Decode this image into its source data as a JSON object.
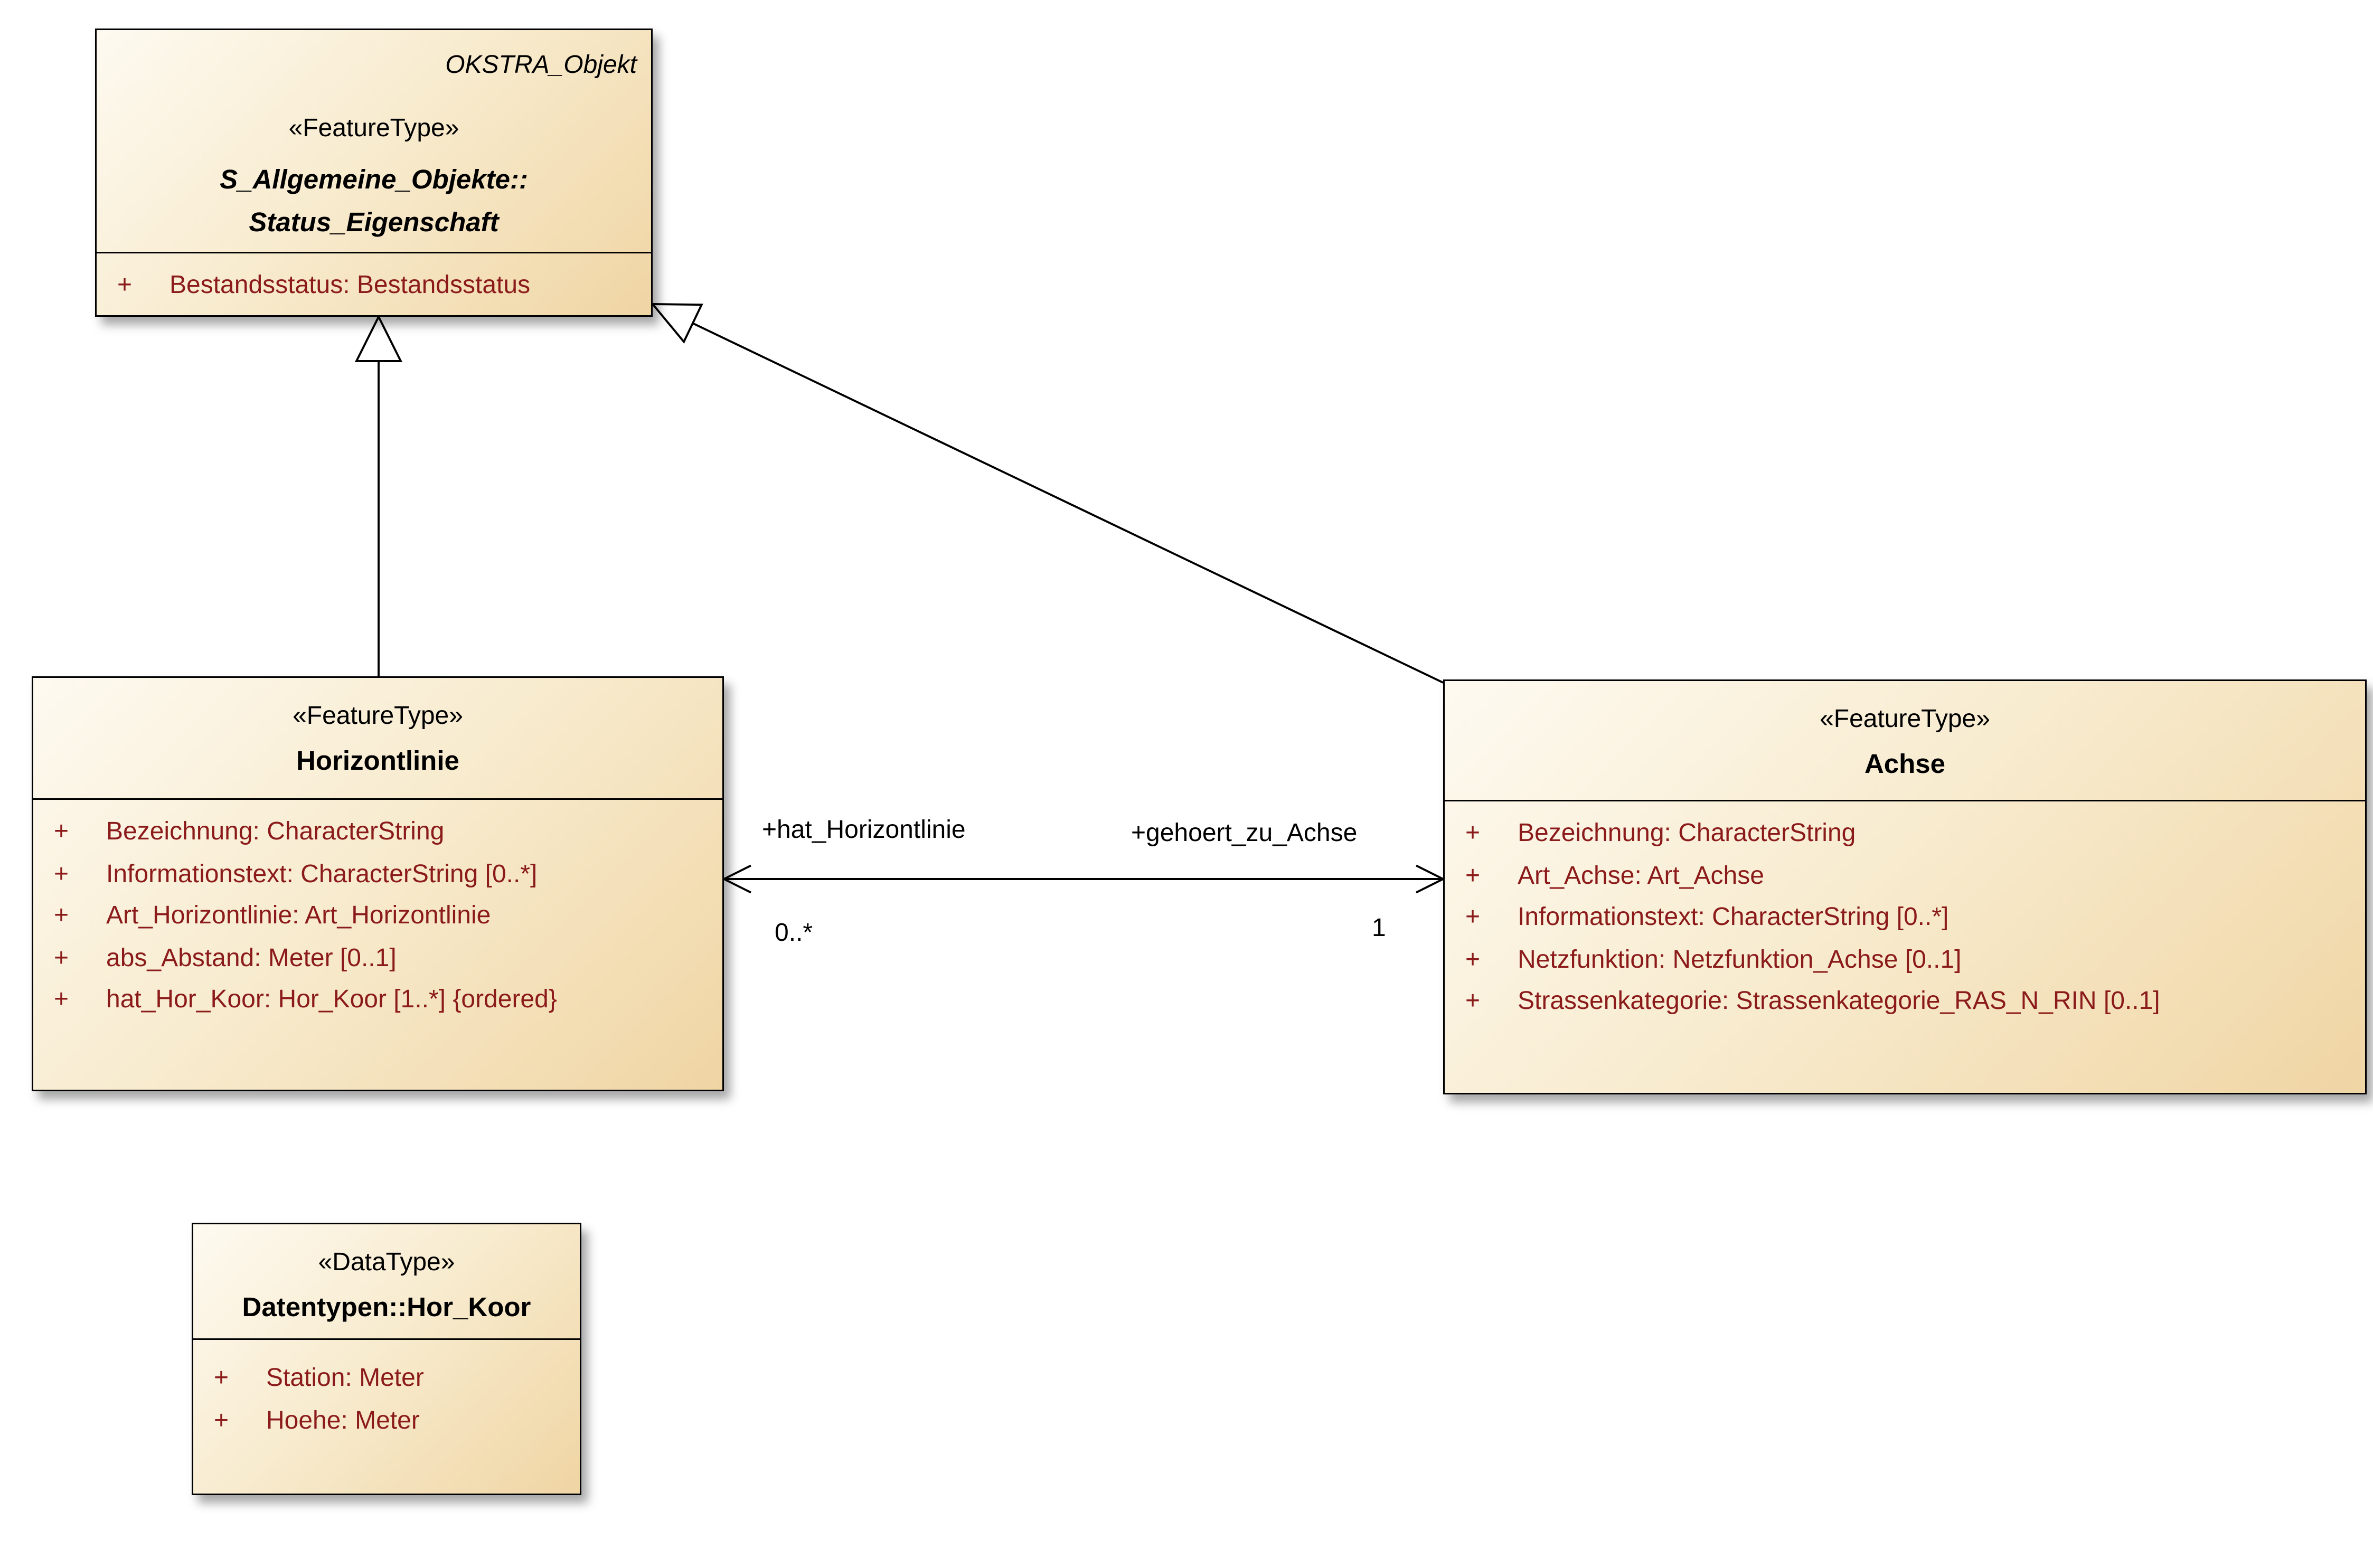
{
  "classes": {
    "status": {
      "annotation": "OKSTRA_Objekt",
      "stereotype": "«FeatureType»",
      "name1": "S_Allgemeine_Objekte::",
      "name2": "Status_Eigenschaft",
      "attributes": [
        {
          "v": "+",
          "t": "Bestandsstatus: Bestandsstatus"
        }
      ]
    },
    "horizontlinie": {
      "stereotype": "«FeatureType»",
      "name": "Horizontlinie",
      "attributes": [
        {
          "v": "+",
          "t": "Bezeichnung: CharacterString"
        },
        {
          "v": "+",
          "t": "Informationstext: CharacterString [0..*]"
        },
        {
          "v": "+",
          "t": "Art_Horizontlinie: Art_Horizontlinie"
        },
        {
          "v": "+",
          "t": "abs_Abstand: Meter [0..1]"
        },
        {
          "v": "+",
          "t": "hat_Hor_Koor: Hor_Koor [1..*] {ordered}"
        }
      ]
    },
    "achse": {
      "stereotype": "«FeatureType»",
      "name": "Achse",
      "attributes": [
        {
          "v": "+",
          "t": "Bezeichnung: CharacterString"
        },
        {
          "v": "+",
          "t": "Art_Achse: Art_Achse"
        },
        {
          "v": "+",
          "t": "Informationstext: CharacterString [0..*]"
        },
        {
          "v": "+",
          "t": "Netzfunktion: Netzfunktion_Achse [0..1]"
        },
        {
          "v": "+",
          "t": "Strassenkategorie: Strassenkategorie_RAS_N_RIN [0..1]"
        }
      ]
    },
    "hor_koor": {
      "stereotype": "«DataType»",
      "name": "Datentypen::Hor_Koor",
      "attributes": [
        {
          "v": "+",
          "t": "Station: Meter"
        },
        {
          "v": "+",
          "t": "Hoehe: Meter"
        }
      ]
    }
  },
  "association": {
    "role_left": "+hat_Horizontlinie",
    "role_right": "+gehoert_zu_Achse",
    "mult_left": "0..*",
    "mult_right": "1"
  },
  "colors": {
    "box_fill_light": "#FEFAF1",
    "box_fill_dark": "#F0D5A4",
    "attribute_text": "#8B1A1A",
    "border": "#000000",
    "background": "#FFFFFF"
  }
}
